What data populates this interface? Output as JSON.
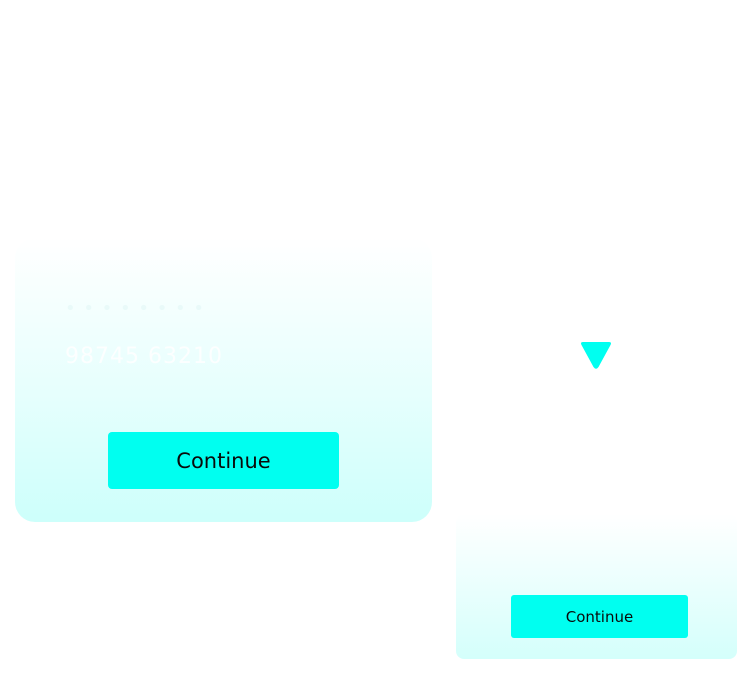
{
  "left_card": {
    "faint_text": "• • • • • • • •",
    "phone_number": "98745 63210",
    "continue_label": "Continue"
  },
  "right_card": {
    "continue_label": "Continue"
  },
  "icons": {
    "dropdown": "triangle-down-icon"
  },
  "colors": {
    "accent": "#00fff0",
    "card_tint": "#cdfffb",
    "text": "#0a0a0a"
  }
}
